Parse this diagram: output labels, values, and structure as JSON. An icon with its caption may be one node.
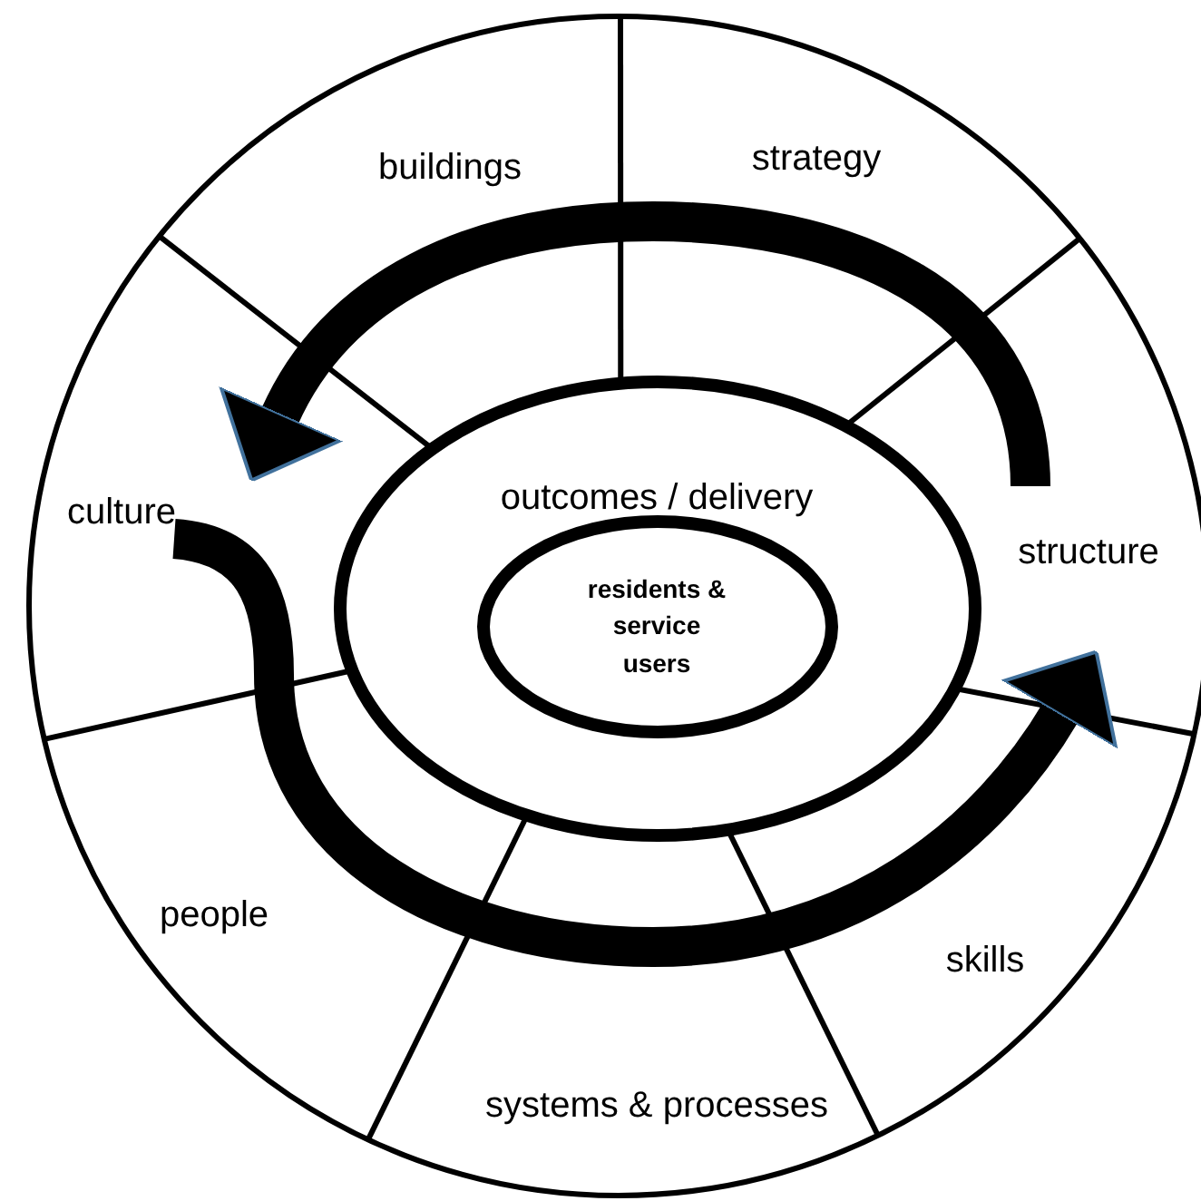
{
  "diagram": {
    "nodes": [
      {
        "text": [
          "buildings"
        ]
      },
      {
        "text": [
          "strategy"
        ]
      },
      {
        "text": [
          "structure"
        ]
      },
      {
        "text": [
          "skills"
        ]
      },
      {
        "text": [
          "systems & processes"
        ]
      },
      {
        "text": [
          "people"
        ]
      },
      {
        "text": [
          "culture"
        ]
      },
      {
        "text": [
          "outcomes / delivery"
        ]
      },
      {
        "text": [
          "residents & service users"
        ],
        "in": 7
      }
    ],
    "edges": [
      {
        "from": 2,
        "to": 6,
        "arrow": "to"
      },
      {
        "from": 6,
        "to": 2,
        "arrow": "to"
      }
    ]
  }
}
